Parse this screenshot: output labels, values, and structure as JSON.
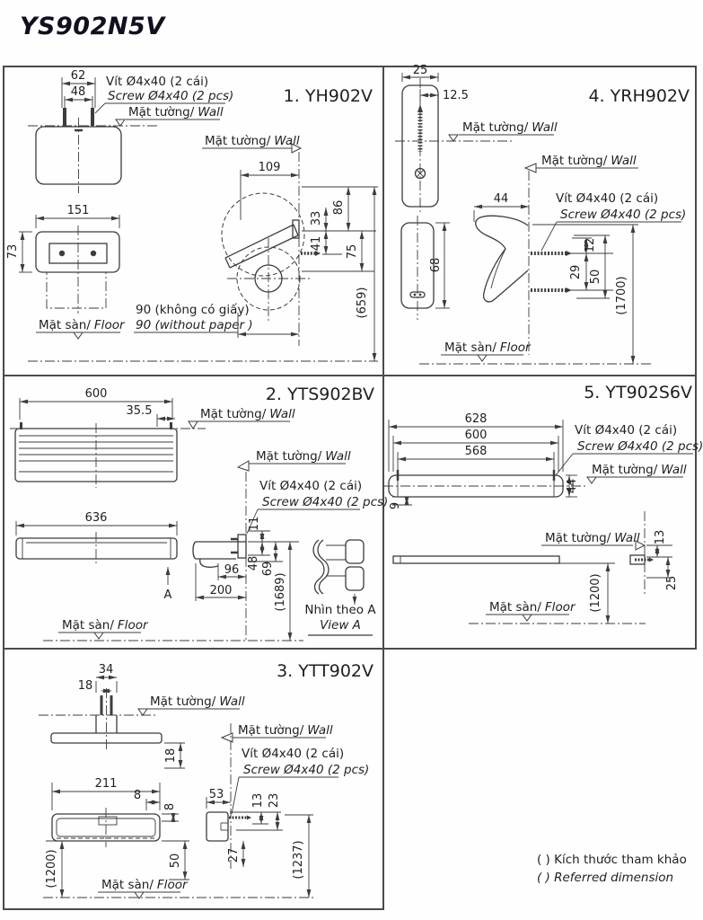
{
  "title": "YS902N5V",
  "common": {
    "wall_vi": "Mặt tường/",
    "wall_en": "Wall",
    "floor_vi": "Mặt sàn/",
    "floor_en": "Floor",
    "screw_vi": "Vít Ø4x40 (2 cái)",
    "screw_en": "Screw Ø4x40 (2 pcs)"
  },
  "panel1": {
    "label": "1. YH902V",
    "dims": {
      "d62": "62",
      "d48": "48",
      "d151": "151",
      "d73": "73",
      "d109": "109",
      "d86": "86",
      "d33": "33",
      "d41": "41",
      "d75": "75",
      "d659": "(659)",
      "d90_vi": "90 (không có giấy)",
      "d90_en": "90 (without paper )"
    }
  },
  "panel4": {
    "label": "4. YRH902V",
    "dims": {
      "d25": "25",
      "d125": "12.5",
      "d68": "68",
      "d44": "44",
      "d12": "12",
      "d29": "29",
      "d50": "50",
      "d1700": "(1700)"
    }
  },
  "panel2": {
    "label": "2. YTS902BV",
    "view_vi": "Nhìn theo A",
    "view_en": "View A",
    "dims": {
      "d600": "600",
      "d355": "35.5",
      "d636": "636",
      "dA": "A",
      "d11": "11",
      "d96": "96",
      "d200": "200",
      "d48": "48",
      "d69": "69",
      "d1689": "(1689)"
    }
  },
  "panel5": {
    "label": "5. YT902S6V",
    "dims": {
      "d628": "628",
      "d600": "600",
      "d568": "568",
      "d44": "44",
      "d9": "9",
      "d13": "13",
      "d25": "25",
      "d1200": "(1200)"
    }
  },
  "panel3": {
    "label": "3. YTT902V",
    "dims": {
      "d34": "34",
      "d18a": "18",
      "d18b": "18",
      "d211": "211",
      "d8a": "8",
      "d8b": "8",
      "d53": "53",
      "d13": "13",
      "d23": "23",
      "d50": "50",
      "d27": "27",
      "d1200": "(1200)",
      "d1237": "(1237)"
    }
  },
  "footer": {
    "note_vi": "( ) Kích thước tham khảo",
    "note_en": "( ) Referred dimension"
  }
}
